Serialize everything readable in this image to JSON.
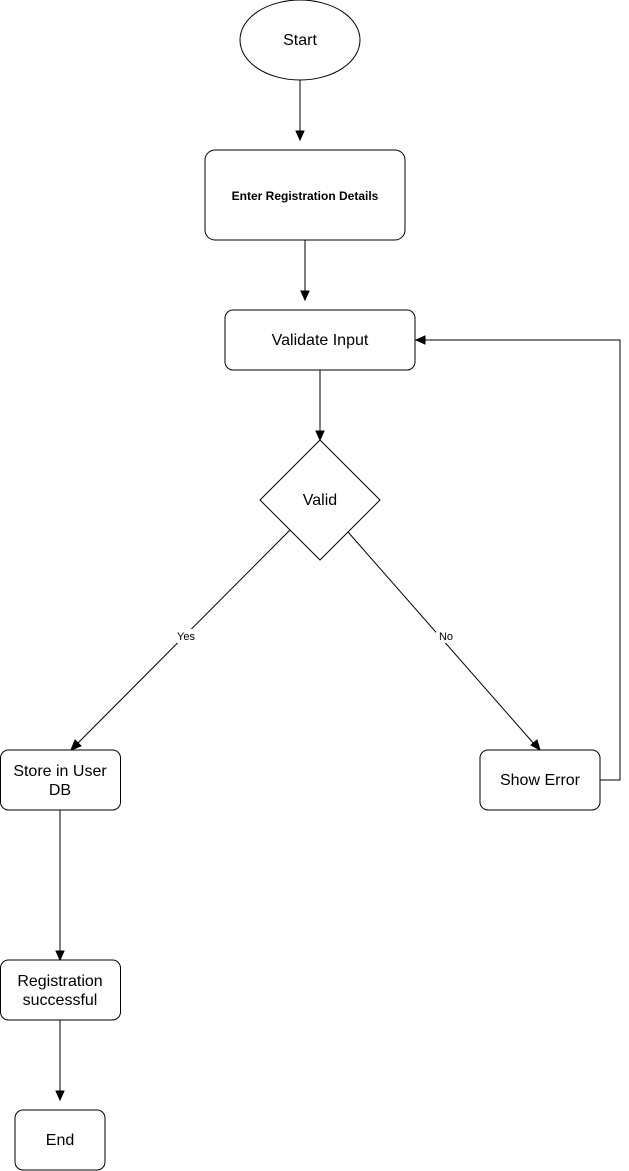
{
  "nodes": {
    "start": "Start",
    "enter_details": "Enter Registration Details",
    "validate": "Validate Input",
    "valid": "Valid",
    "store": [
      "Store in User",
      "DB"
    ],
    "show_error": "Show Error",
    "success": [
      "Registration",
      "successful"
    ],
    "end": "End"
  },
  "edges": {
    "yes_label": "Yes",
    "no_label": "No"
  }
}
